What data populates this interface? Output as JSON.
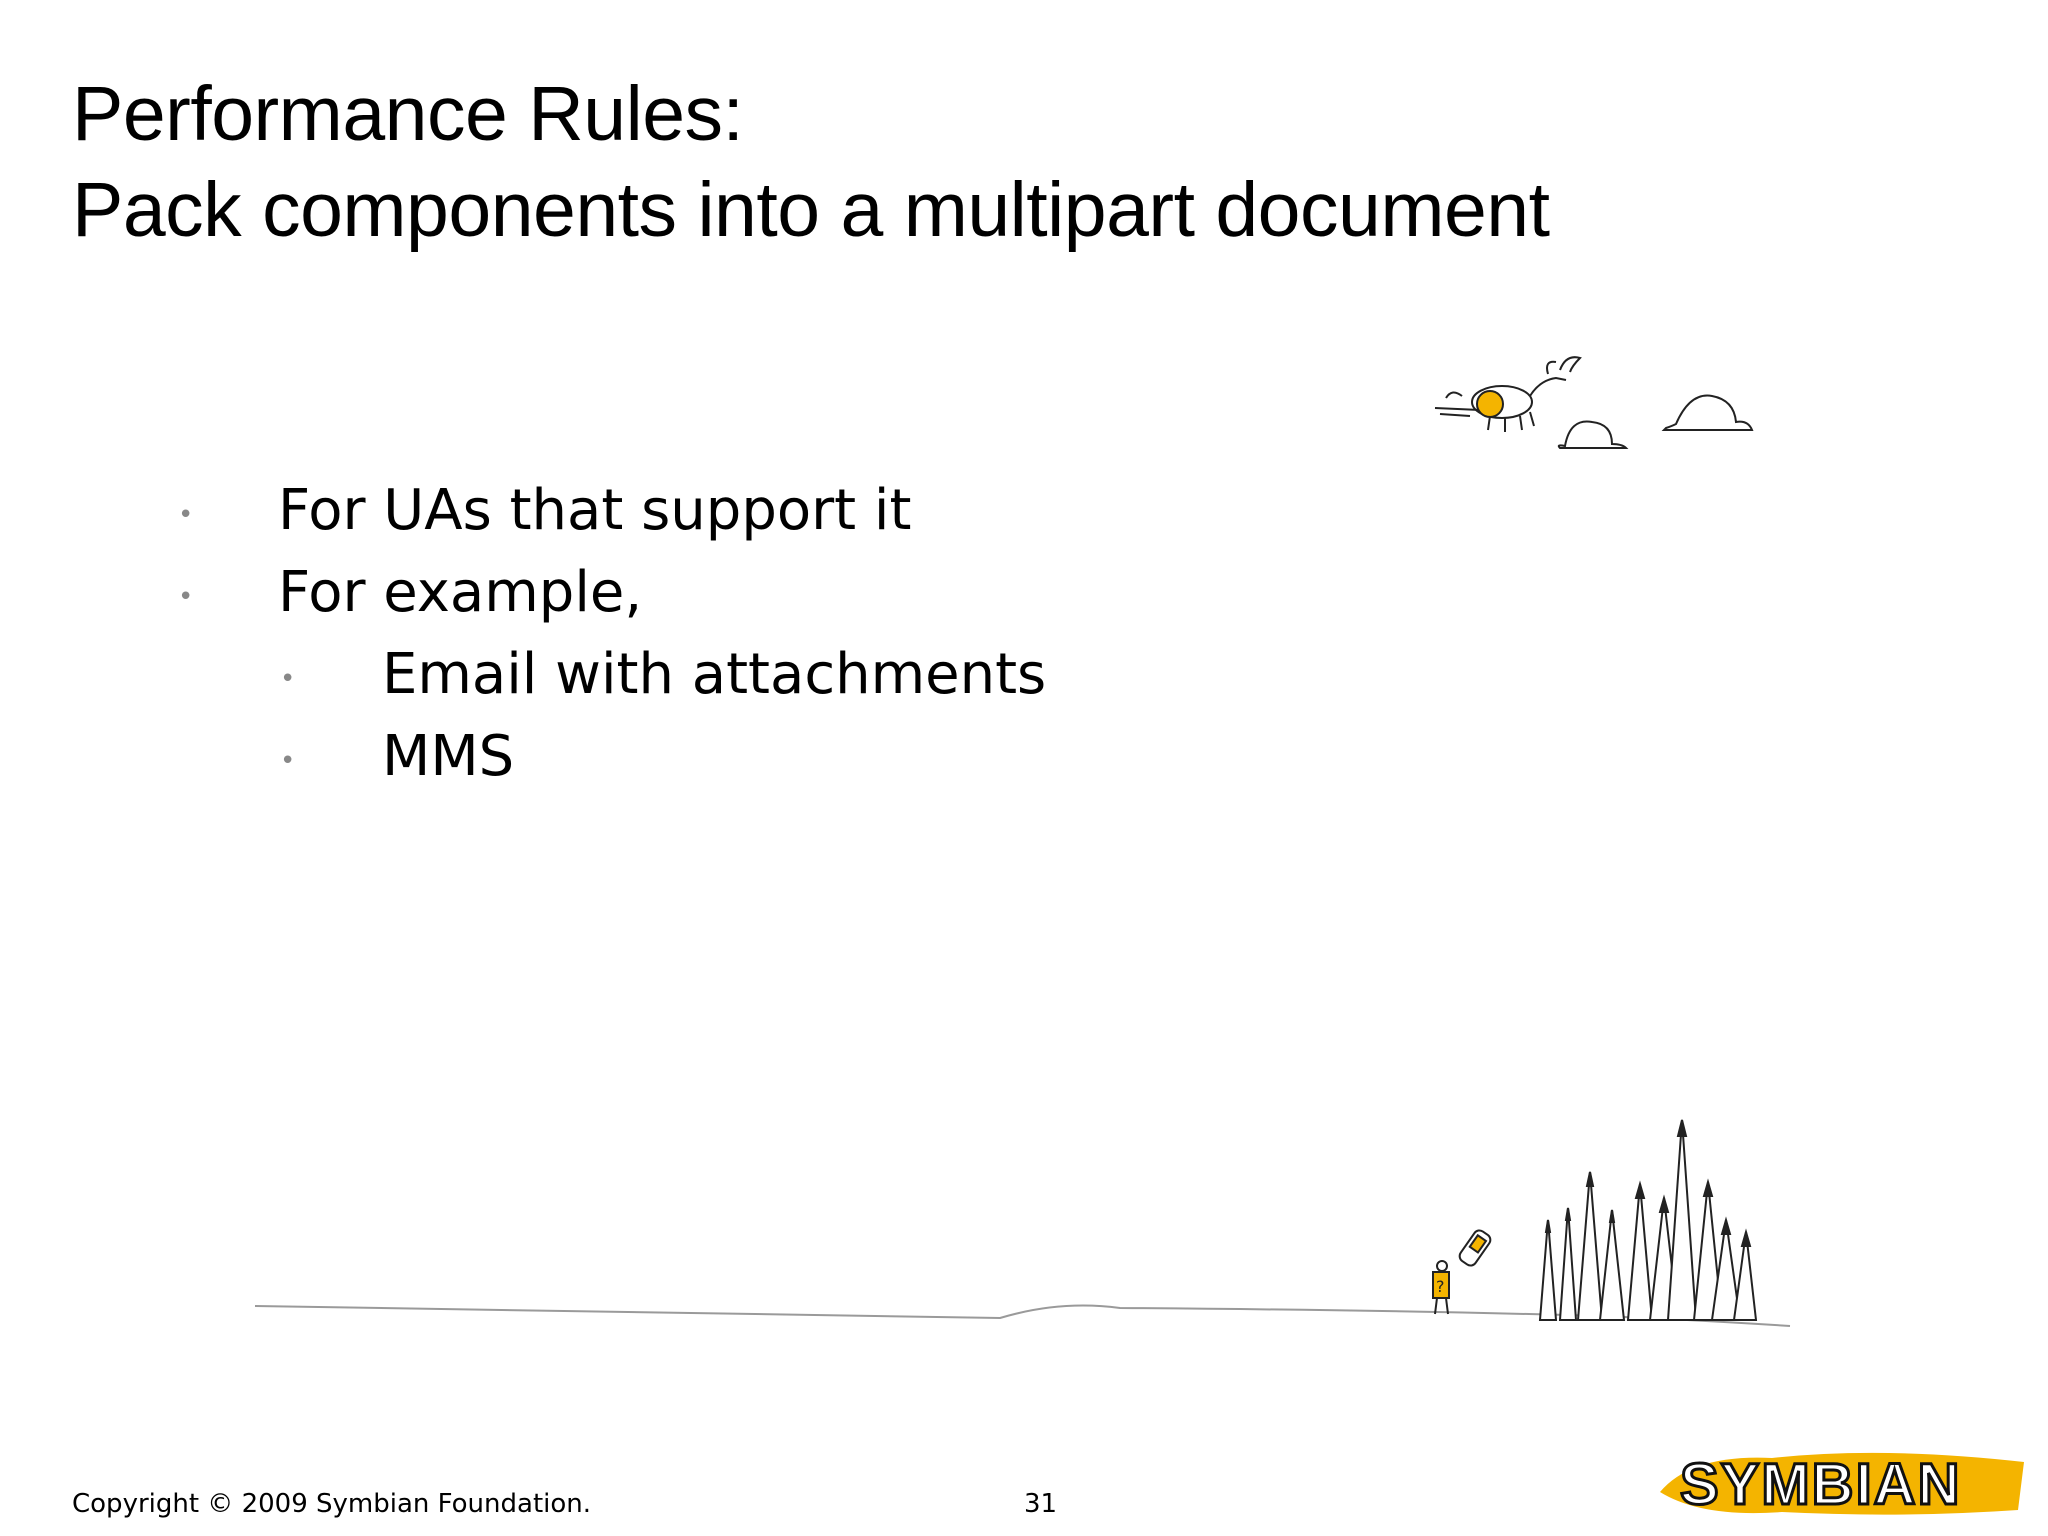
{
  "slide": {
    "title_line1": "Performance Rules:",
    "title_line2": "Pack components into a multipart document"
  },
  "bullets": [
    {
      "text": "For UAs that support it",
      "level": 1
    },
    {
      "text": "For example,",
      "level": 1
    },
    {
      "text": "Email with attachments",
      "level": 2
    },
    {
      "text": "MMS",
      "level": 2
    }
  ],
  "bullet_glyph": "•",
  "footer": {
    "copyright": "Copyright © 2009 Symbian Foundation.",
    "page_number": "31"
  },
  "logo": {
    "text": "SYMBIAN",
    "accent_color": "#f4b400"
  },
  "colors": {
    "text": "#000000",
    "bullet": "#888888",
    "background": "#ffffff",
    "sketch_line": "#999999"
  }
}
